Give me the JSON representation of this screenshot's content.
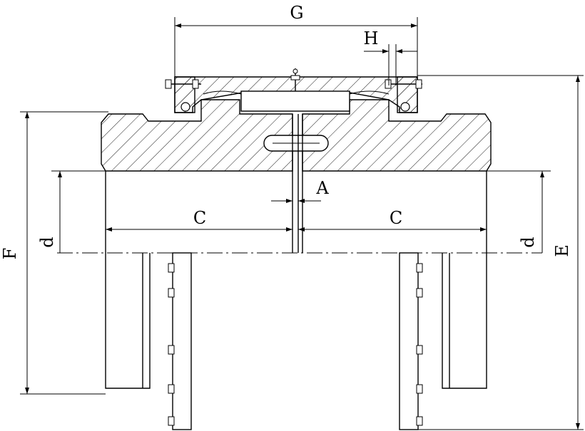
{
  "labels": {
    "g": "G",
    "h": "H",
    "a": "A",
    "c_left": "C",
    "c_right": "C",
    "d_left": "d",
    "d_right": "d",
    "f": "F",
    "e": "E"
  }
}
